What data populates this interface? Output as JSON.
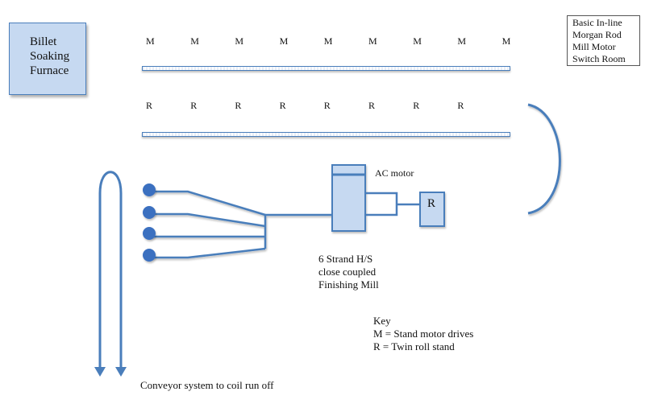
{
  "title_box": {
    "lines": [
      "Basic In-line",
      "Morgan Rod",
      "Mill Motor",
      "Switch Room"
    ]
  },
  "furnace": {
    "lines": [
      "Billet",
      "Soaking",
      "Furnace"
    ]
  },
  "motor_row": {
    "label": "M",
    "count": 9
  },
  "roll_row": {
    "label": "R",
    "count": 8
  },
  "ac_motor_label": "AC motor",
  "finishing_stand_label": "R",
  "finishing_mill": {
    "lines": [
      "6 Strand H/S",
      "close coupled",
      "Finishing Mill"
    ]
  },
  "strand_count": 4,
  "key": {
    "title": "Key",
    "items": [
      "M = Stand motor drives",
      "R = Twin roll stand"
    ]
  },
  "conveyor_label": "Conveyor system to coil run off",
  "colors": {
    "line": "#4a7ebb",
    "fill": "#c6d9f1",
    "node": "#3a6fc0"
  }
}
